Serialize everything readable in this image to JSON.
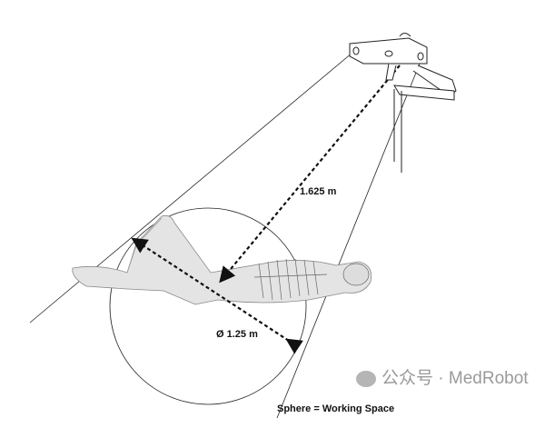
{
  "labels": {
    "distance": "1.625 m",
    "diameter": "Ø 1.25 m",
    "sphere": "Sphere = Working Space"
  },
  "watermark": {
    "text": "公众号 · MedRobot",
    "icon": "wechat-icon"
  }
}
